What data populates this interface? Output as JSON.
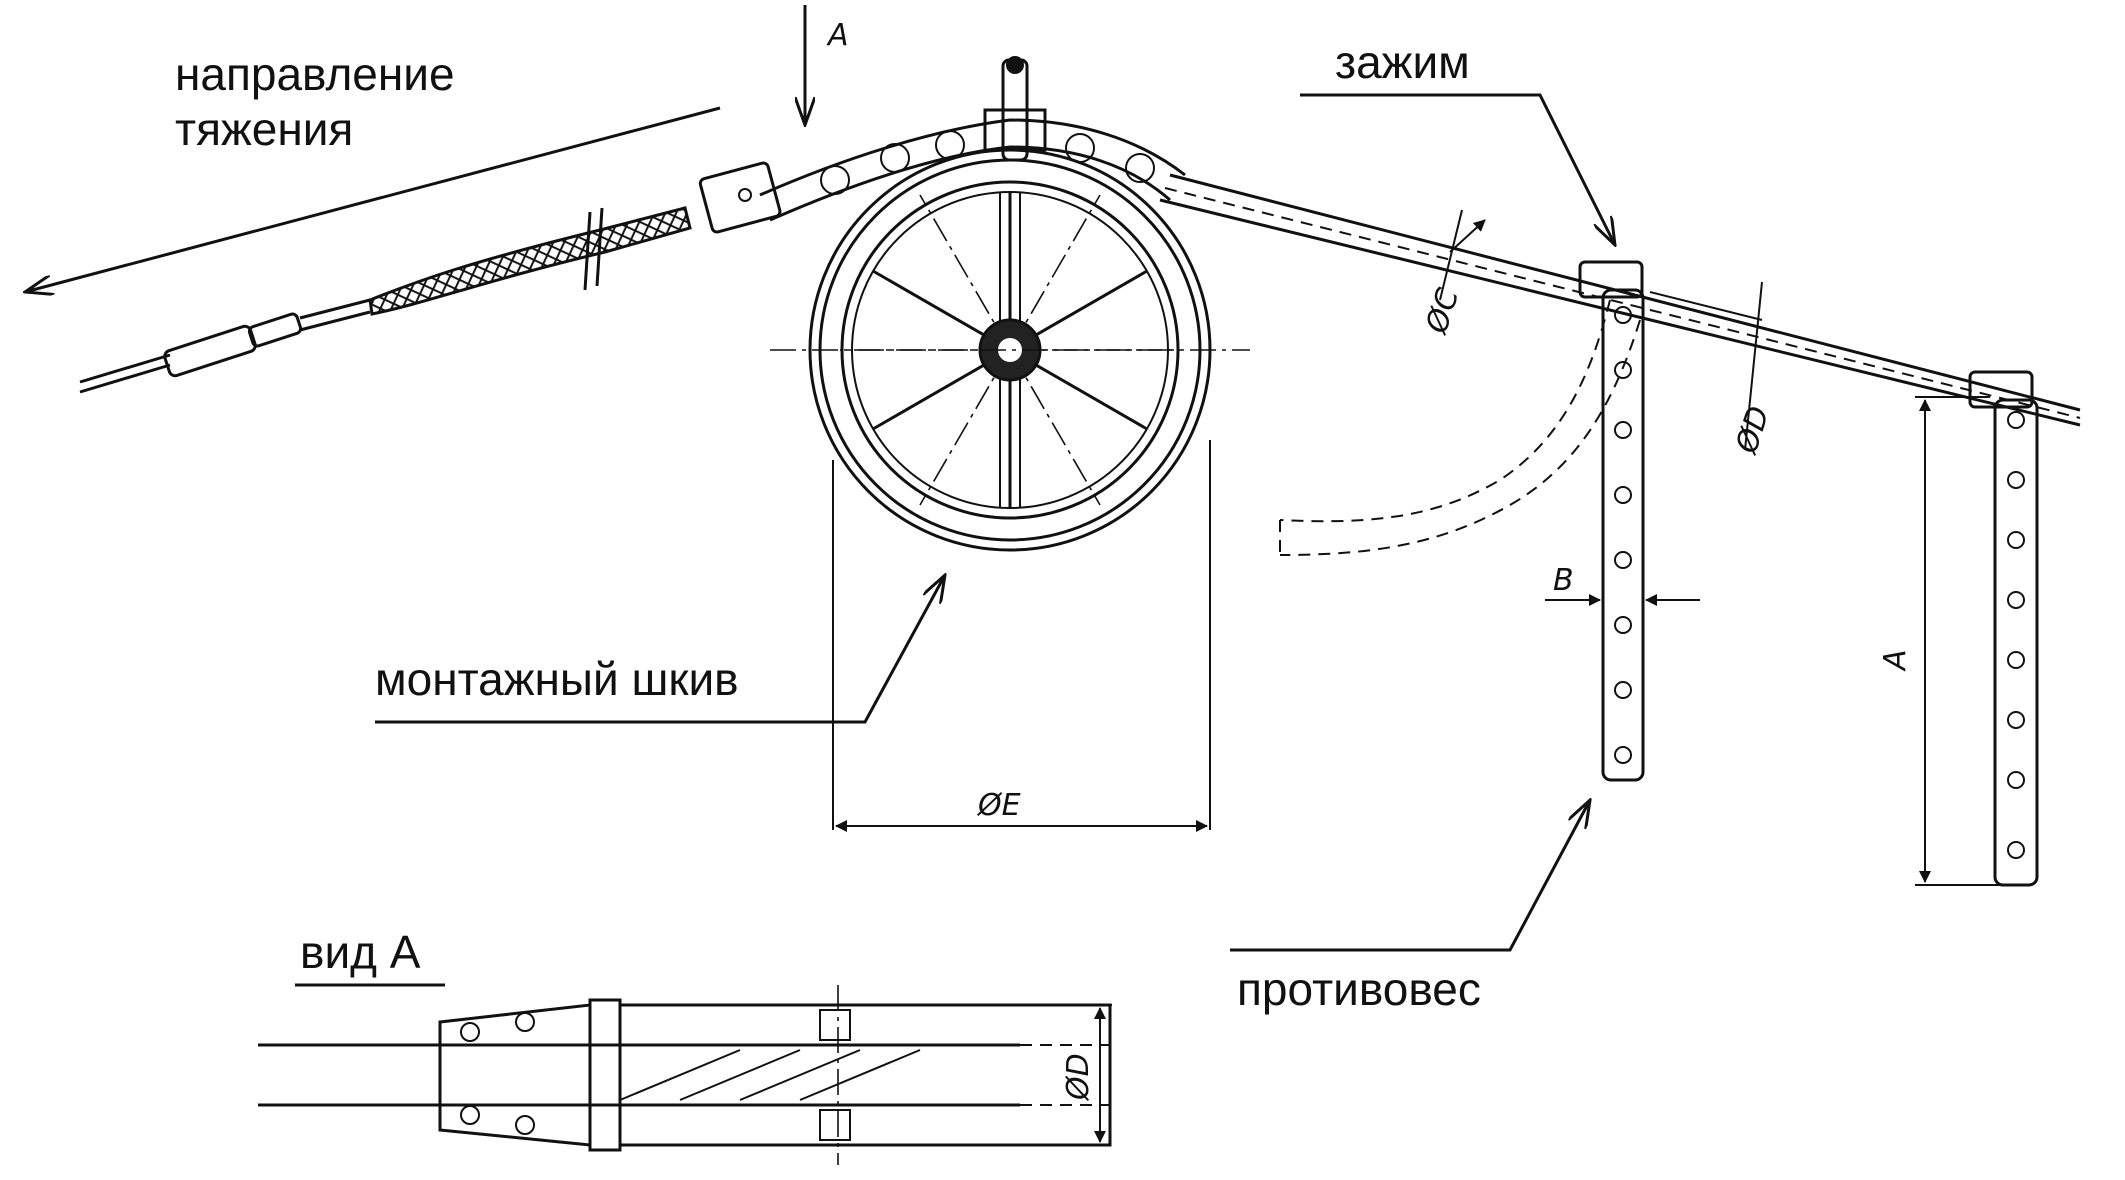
{
  "labels": {
    "pull_direction": "направление тяжения",
    "clamp": "зажим",
    "sheave": "монтажный шкив",
    "counterweight": "противовес",
    "view_a": "вид А",
    "view_marker": "A"
  },
  "dimensions": {
    "E": "ØE",
    "C": "ØC",
    "D": "ØD",
    "B": "B",
    "A": "A",
    "view_D": "ØD"
  }
}
